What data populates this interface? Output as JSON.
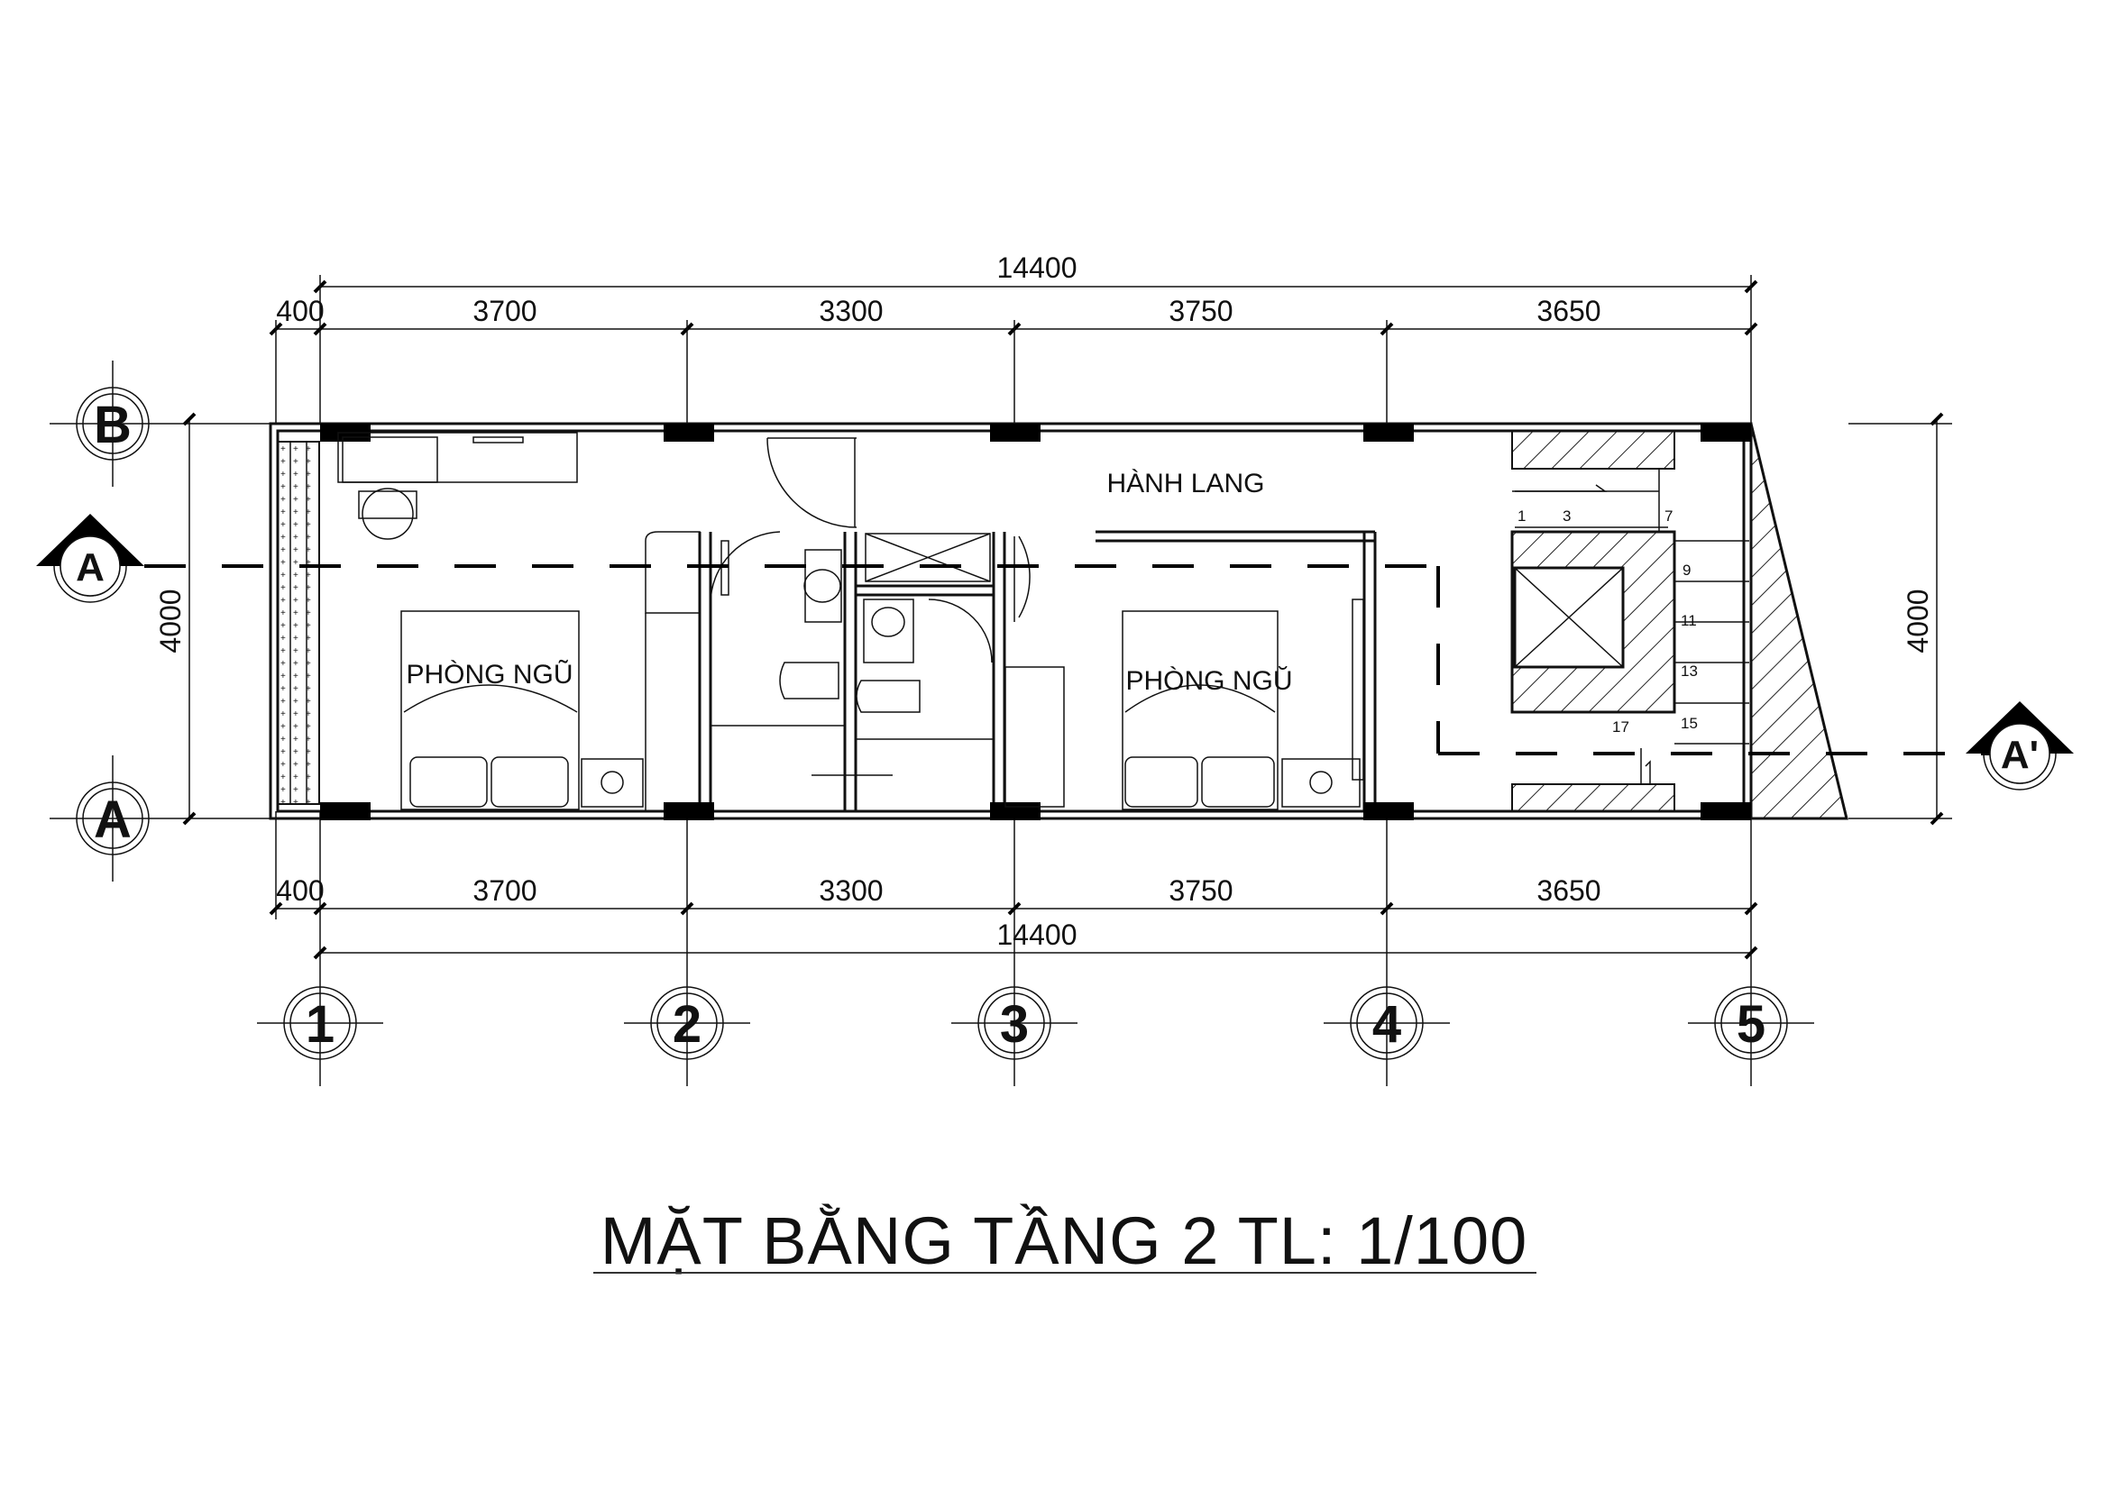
{
  "title": "MẶT BẰNG TẦNG 2 TL: 1/100",
  "rooms": {
    "corridor": "HÀNH LANG",
    "bedroom_left": "PHÒNG NGŨ",
    "bedroom_right": "PHÒNG NGŬ"
  },
  "dimensions": {
    "top_total": "14400",
    "bottom_total": "14400",
    "segments": [
      "400",
      "3700",
      "3300",
      "3750",
      "3650"
    ],
    "left_height": "4000",
    "right_height": "4000"
  },
  "grid_axes": {
    "columns": [
      "1",
      "2",
      "3",
      "4",
      "5"
    ],
    "rows": [
      "B",
      "A"
    ]
  },
  "section_marks": {
    "left": "A",
    "right": "A'"
  },
  "stair_steps": [
    "1",
    "3",
    "7",
    "9",
    "11",
    "13",
    "15",
    "17"
  ]
}
